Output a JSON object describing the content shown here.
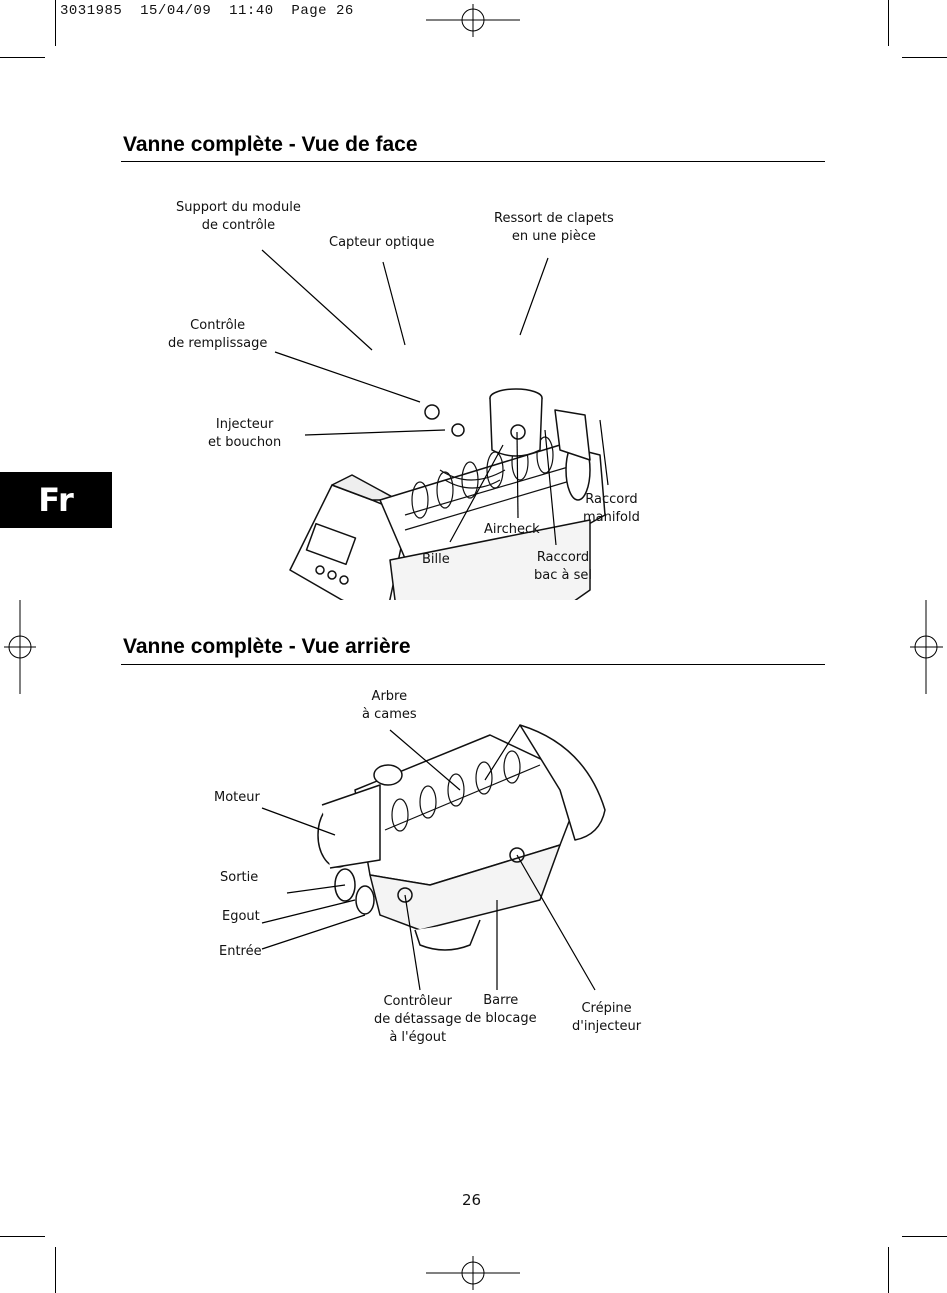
{
  "header": {
    "slug": "3031985  15/04/09  11:40  Page 26"
  },
  "lang_tab": "Fr",
  "sections": [
    {
      "title": "Vanne complète - Vue de face",
      "labels": {
        "support": "Support du module\nde contrôle",
        "capteur": "Capteur optique",
        "ressort": "Ressort de clapets\nen une pièce",
        "controle": "Contrôle\nde remplissage",
        "injecteur": "Injecteur\net bouchon",
        "raccord_manifold": "Raccord\nmanifold",
        "aircheck": "Aircheck",
        "bille": "Bille",
        "raccord_bac": "Raccord\nbac à sel"
      }
    },
    {
      "title": "Vanne complète - Vue arrière",
      "labels": {
        "arbre": "Arbre\nà cames",
        "moteur": "Moteur",
        "sortie": "Sortie",
        "egout": "Egout",
        "entree": "Entrée",
        "controleur": "Contrôleur\nde détassage\nà l'égout",
        "barre": "Barre\nde blocage",
        "crepine": "Crépine\nd'injecteur"
      }
    }
  ],
  "page_number": "26"
}
